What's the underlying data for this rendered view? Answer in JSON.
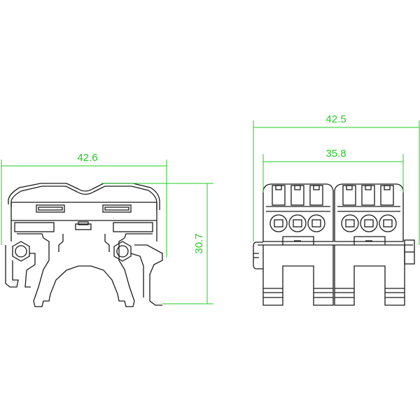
{
  "drawing": {
    "type": "technical-dimension-drawing",
    "subject": "DIN rail terminal block connector",
    "colors": {
      "outline": "#1a1a1a",
      "dimension": "#22cc22",
      "background": "#ffffff"
    }
  },
  "views": {
    "side": {
      "label": "side-view",
      "dimensions": {
        "width": "42.6",
        "height": "30.7"
      }
    },
    "front": {
      "label": "front-view",
      "dimensions": {
        "overall_width": "42.5",
        "body_width": "35.8"
      },
      "modules": 2,
      "ports_per_module": 3
    }
  }
}
